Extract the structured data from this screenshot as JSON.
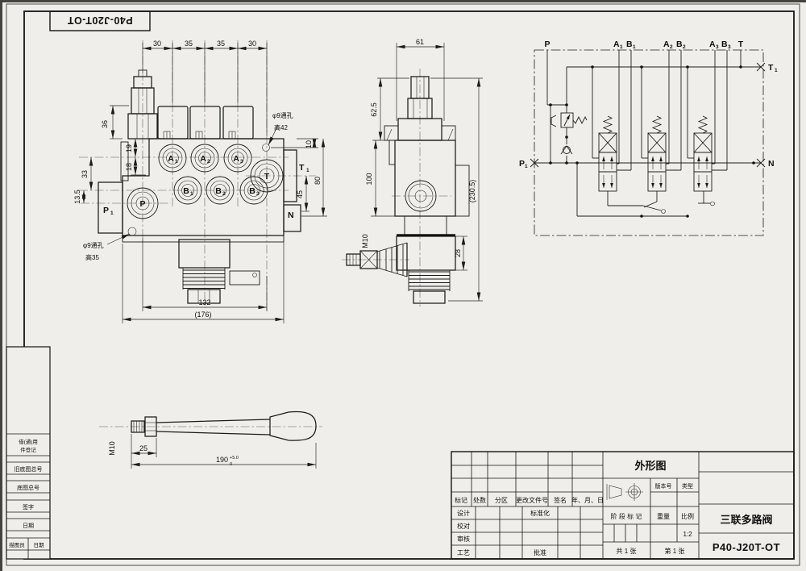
{
  "sheet": {
    "code_rotated": "P40-J20T-OT"
  },
  "front_view": {
    "dims_top": [
      "30",
      "35",
      "35",
      "30"
    ],
    "dim_36": "36",
    "dim_19": "19",
    "dim_18": "18",
    "dim_33": "33",
    "dim_13_5": "13.5",
    "dim_10": "10",
    "dim_80": "80",
    "dim_45": "45",
    "dim_132": "132",
    "dim_176": "(176)",
    "ports": {
      "a1": {
        "m": "A",
        "s": "1"
      },
      "a2": {
        "m": "A",
        "s": "2"
      },
      "a3": {
        "m": "A",
        "s": "3"
      },
      "b1": {
        "m": "B",
        "s": "1"
      },
      "b2": {
        "m": "B",
        "s": "2"
      },
      "b3": {
        "m": "B",
        "s": "3"
      },
      "p": {
        "m": "P",
        "s": ""
      },
      "t": {
        "m": "T",
        "s": ""
      }
    },
    "label_p1": {
      "m": "P",
      "s": "1"
    },
    "label_t1": {
      "m": "T",
      "s": "1"
    },
    "label_n": "N",
    "note_top_line1": "φ9通孔",
    "note_top_line2": "高42",
    "note_bottom_line1": "φ9通孔",
    "note_bottom_line2": "高35"
  },
  "side_view": {
    "dim_61": "61",
    "dim_62_5": "62.5",
    "dim_100": "100",
    "dim_230_5": "(230.5)",
    "dim_28": "28",
    "thread_label": "M10"
  },
  "handle_view": {
    "thread_label": "M10",
    "dim_25": "25",
    "dim_190": "190",
    "tol_upper": "+5.0",
    "tol_lower": "0"
  },
  "schematic": {
    "label_p": "P",
    "label_t": "T",
    "label_n": "N",
    "a1": {
      "m": "A",
      "s": "1"
    },
    "b1": {
      "m": "B",
      "s": "1"
    },
    "a2": {
      "m": "A",
      "s": "2"
    },
    "b2": {
      "m": "B",
      "s": "2"
    },
    "a3": {
      "m": "A",
      "s": "3"
    },
    "b3": {
      "m": "B",
      "s": "3"
    },
    "t1": {
      "m": "T",
      "s": "1"
    },
    "p1": {
      "m": "P",
      "s": "1"
    }
  },
  "title_block": {
    "drawing_type": "外形图",
    "version_label": "版本号",
    "type_label": "类型",
    "stage_label": "阶 段 标 记",
    "weight_label": "重量",
    "scale_label": "比例",
    "scale_value": "1:2",
    "sheets_total": "共 1 张",
    "sheet_number": "第 1 张",
    "product_name": "三联多路阀",
    "drawing_code": "P40-J20T-OT",
    "rev_headers": [
      "标记",
      "处数",
      "分区",
      "更改文件号",
      "签名",
      "年、月、日"
    ],
    "sig_rows": [
      "设计",
      "校对",
      "审核",
      "工艺"
    ],
    "std_label": "标准化",
    "approve_label": "批准"
  },
  "margin_block": {
    "row1_line1": "借(通)用",
    "row1_line2": "件登记",
    "row2": "旧底图总号",
    "row3": "底图总号",
    "row4": "签字",
    "row5": "日期",
    "row6a": "描图员",
    "row6b": "日期"
  }
}
